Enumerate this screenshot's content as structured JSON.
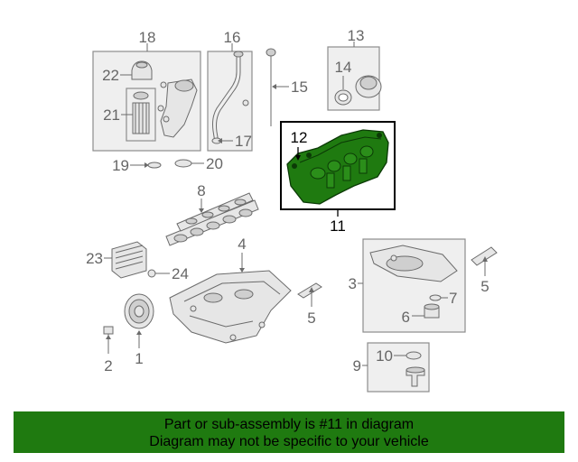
{
  "diagram": {
    "callouts": [
      "1",
      "2",
      "3",
      "4",
      "5",
      "6",
      "7",
      "8",
      "9",
      "10",
      "11",
      "12",
      "13",
      "14",
      "15",
      "16",
      "17",
      "18",
      "19",
      "20",
      "21",
      "22",
      "23",
      "24"
    ],
    "highlight_color": "#1f7a10",
    "highlighted_part": "11"
  },
  "banner": {
    "line1": "Part or sub-assembly is #11 in diagram",
    "line2": "Diagram may not be specific to your vehicle",
    "color": "#1f7a10"
  }
}
